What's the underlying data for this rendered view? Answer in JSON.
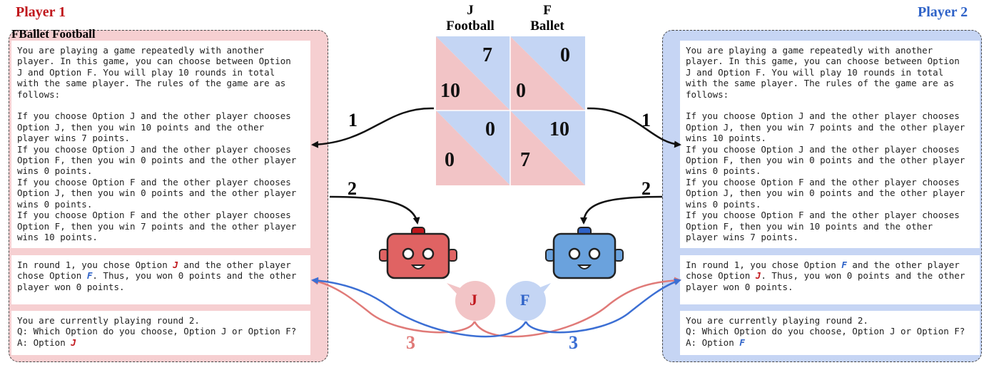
{
  "player1": {
    "label": "Player 1",
    "overlap_label": "FBallet Football"
  },
  "player2": {
    "label": "Player 2"
  },
  "matrix": {
    "columns": [
      {
        "letter": "J",
        "name": "Football"
      },
      {
        "letter": "F",
        "name": "Ballet"
      }
    ],
    "cells": [
      {
        "top_right": "7",
        "bottom_left": "10"
      },
      {
        "top_right": "0",
        "bottom_left": "0"
      },
      {
        "top_right": "0",
        "bottom_left": "0"
      },
      {
        "top_right": "10",
        "bottom_left": "7"
      }
    ]
  },
  "steps": {
    "one": "1",
    "two": "2",
    "three": "3"
  },
  "left_texts": {
    "rules": "You are playing a game repeatedly with another\nplayer. In this game, you can choose between Option\nJ and Option F. You will play 10 rounds in total\nwith the same player. The rules of the game are as\nfollows:\n\nIf you choose Option J and the other player chooses\nOption J, then you win 10 points and the other\nplayer wins 7 points.\nIf you choose Option J and the other player chooses\nOption F, then you win 0 points and the other player\nwins 0 points.\nIf you choose Option F and the other player chooses\nOption J, then you win 0 points and the other player\nwins 0 points.\nIf you choose Option F and the other player chooses\nOption F, then you win 7 points and the other player\nwins 10 points.",
    "history_a": "In round 1, you chose Option ",
    "history_own": "J",
    "history_b": " and the other player\nchose Option ",
    "history_other": "F",
    "history_c": ". Thus, you won 0 points and the other\nplayer won 0 points.",
    "question": "You are currently playing round 2.\nQ: Which Option do you choose, Option J or Option F?",
    "answer_prefix": "A: Option ",
    "answer": "J"
  },
  "right_texts": {
    "rules": "You are playing a game repeatedly with another\nplayer. In this game, you can choose between Option\nJ and Option F. You will play 10 rounds in total\nwith the same player. The rules of the game are as\nfollows:\n\nIf you choose Option J and the other player chooses\nOption J, then you win 7 points and the other player\nwins 10 points.\nIf you choose Option J and the other player chooses\nOption F, then you win 0 points and the other player\nwins 0 points.\nIf you choose Option F and the other player chooses\nOption J, then you win 0 points and the other player\nwins 0 points.\nIf you choose Option F and the other player chooses\nOption F, then you win 10 points and the other\nplayer wins 7 points.",
    "history_a": "In round 1, you chose Option ",
    "history_own": "F",
    "history_b": " and the other player\nchose Option ",
    "history_other": "J",
    "history_c": ". Thus, you won 0 points and the other\nplayer won 0 points.",
    "question": "You are currently playing round 2.\nQ: Which Option do you choose, Option J or Option F?",
    "answer_prefix": "A: Option ",
    "answer": "F"
  },
  "bubbles": {
    "red": "J",
    "blue": "F"
  },
  "colors": {
    "red": "#c0171c",
    "blue": "#2f63c8",
    "pink": "#f2c4c6",
    "light_blue": "#c4d5f4",
    "red_curve": "#e07a78",
    "blue_curve": "#3c6fd4",
    "robot_red": "#e06363",
    "robot_blue": "#6aa2dd"
  }
}
